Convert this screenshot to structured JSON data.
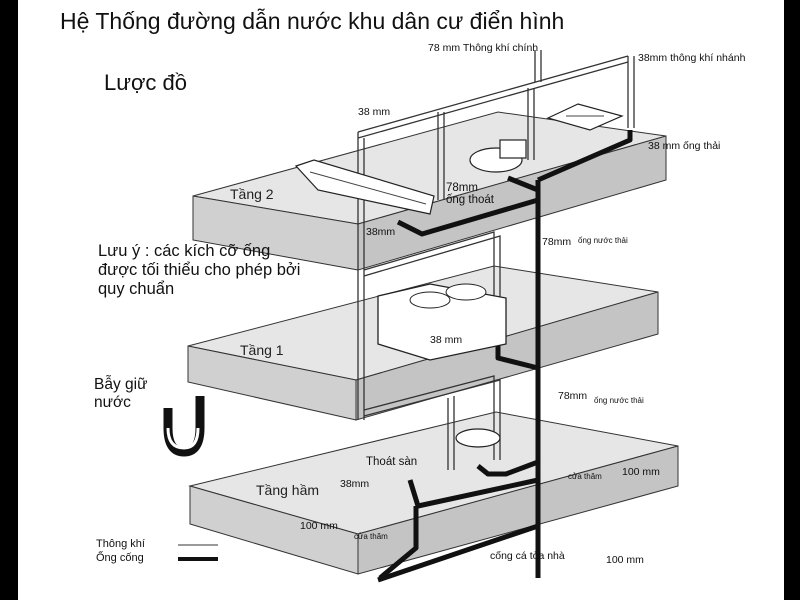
{
  "title": "Hệ Thống đường dẫn nước khu dân cư điển hình",
  "subtitle": "Lược đồ",
  "note": "Lưu ý : các kích cỡ ống được tối thiểu cho phép bởi quy chuẩn",
  "trap_label": "Bẫy giữ nước",
  "floors": {
    "floor2": "Tầng 2",
    "floor1": "Tầng 1",
    "basement": "Tầng hầm"
  },
  "labels": {
    "main_vent": "78 mm Thông khí chính",
    "branch_vent": "38mm thông khí nhánh",
    "pipe38_top": "38 mm",
    "drain38": "38 mm ống thải",
    "drain78_a": "78mm",
    "drain78_b": "ống thoát",
    "size38_tub": "38mm",
    "waste78_upper_size": "78mm",
    "waste78_upper_text": "ống nước thải",
    "size38_sink": "38 mm",
    "waste78_lower_size": "78mm",
    "waste78_lower_text": "ống nước thải",
    "floor_drain": "Thoát sàn",
    "size38_floor": "38mm",
    "size100_right": "100 mm",
    "cleanout_right": "cửa thăm",
    "size100_left": "100 mm",
    "cleanout_left": "cửa thăm",
    "building_sewer": "cống cá tòa nhà",
    "size100_bottom": "100 mm"
  },
  "legend": {
    "vent": "Thông khí",
    "sewer": "Ống cống"
  },
  "colors": {
    "vent_line": "#9a9a9a",
    "sewer_line": "#111111",
    "floor_fill": "#e6e6e6"
  }
}
